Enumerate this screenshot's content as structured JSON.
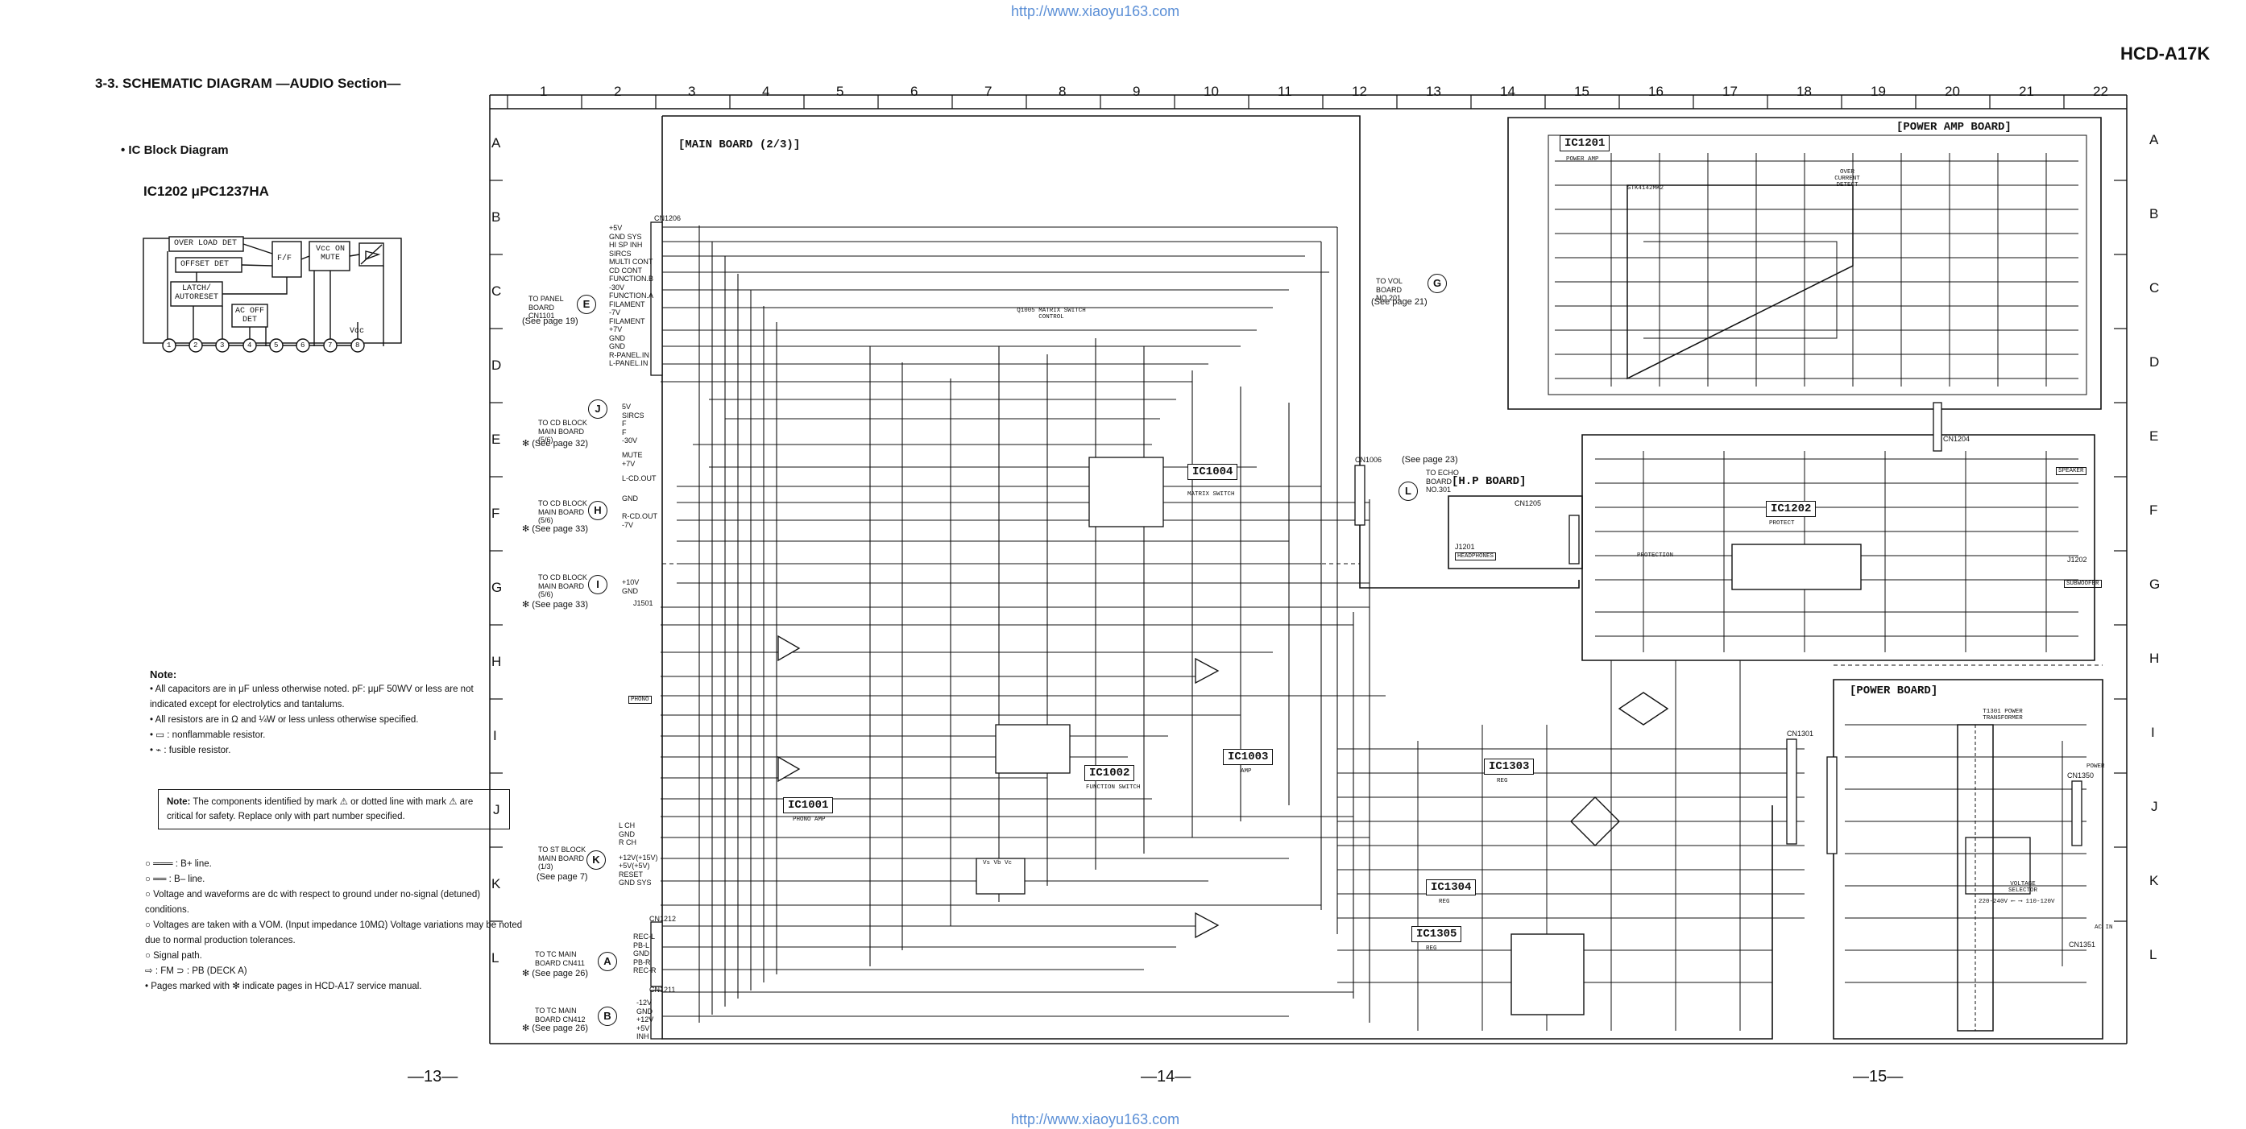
{
  "header": {
    "url_top": "http://www.xiaoyu163.com",
    "url_bottom": "http://www.xiaoyu163.com",
    "model": "HCD-A17K",
    "title": "3-3. SCHEMATIC DIAGRAM —AUDIO Section—"
  },
  "ic_block": {
    "heading": "• IC Block Diagram",
    "name": "IC1202  μPC1237HA",
    "blocks": [
      "OVER LOAD DET",
      "OFFSET DET",
      "F/F",
      "Vcc ON MUTE",
      "LATCH/ AUTORESET",
      "AC OFF DET"
    ],
    "vcc_label": "Vcc",
    "pins": [
      "1",
      "2",
      "3",
      "4",
      "5",
      "6",
      "7",
      "8"
    ]
  },
  "notes": {
    "heading": "Note:",
    "items": [
      "• All capacitors are in μF unless otherwise noted. pF: μμF 50WV or less are not indicated except for electrolytics and tantalums.",
      "• All resistors are in Ω and ¼W or less unless otherwise specified.",
      "• ▭ : nonflammable resistor.",
      "• ⌁ : fusible resistor."
    ],
    "box_label": "Note:",
    "box_text": "The components identified by mark ⚠ or dotted line with mark ⚠ are critical for safety. Replace only with part number specified.",
    "legend": [
      "○ ═══ : B+ line.",
      "○ ══ : B– line.",
      "○ Voltage and waveforms are dc with respect to ground under no-signal (detuned) conditions.",
      "○ Voltages are taken with a VOM. (Input impedance 10MΩ) Voltage variations may be noted due to normal production tolerances.",
      "○ Signal path.",
      "⇨ : FM        ⊃ : PB (DECK A)",
      "• Pages marked with ✻ indicate pages in HCD-A17 service manual."
    ]
  },
  "pages": [
    "—13—",
    "—14—",
    "—15—"
  ],
  "grid": {
    "columns": [
      "1",
      "2",
      "3",
      "4",
      "5",
      "6",
      "7",
      "8",
      "9",
      "10",
      "11",
      "12",
      "13",
      "14",
      "15",
      "16",
      "17",
      "18",
      "19",
      "20",
      "21",
      "22"
    ],
    "rows": [
      "A",
      "B",
      "C",
      "D",
      "E",
      "F",
      "G",
      "H",
      "I",
      "J",
      "K",
      "L"
    ]
  },
  "boards": {
    "main": "[MAIN BOARD (2/3)]",
    "power_amp": "[POWER AMP BOARD]",
    "hp": "[H.P BOARD]",
    "power": "[POWER BOARD]"
  },
  "ics": [
    "IC1001",
    "IC1002",
    "IC1003",
    "IC1004",
    "IC1201",
    "IC1202",
    "IC1303",
    "IC1304",
    "IC1305"
  ],
  "ic_sublabels": {
    "IC1001": "PHONO AMP",
    "IC1002": "FUNCTION SWITCH",
    "IC1003": "AMP",
    "IC1004": "MATRIX SWITCH",
    "IC1201": "POWER AMP",
    "IC1202": "PROTECT",
    "IC1303": "REG",
    "IC1304": "REG",
    "IC1305": "REG"
  },
  "connectors": [
    {
      "id": "E",
      "to": "TO PANEL BOARD CN1101",
      "see": "(See page 19)"
    },
    {
      "id": "J",
      "to": "TO CD BLOCK MAIN BOARD (5/6)",
      "see": "✻ (See page 32)"
    },
    {
      "id": "H",
      "to": "TO CD BLOCK MAIN BOARD (5/6)",
      "see": "✻ (See page 33)"
    },
    {
      "id": "I",
      "to": "TO CD BLOCK MAIN BOARD (5/6)",
      "see": "✻ (See page 33)"
    },
    {
      "id": "K",
      "to": "TO ST BLOCK MAIN BOARD (1/3)",
      "see": "(See page 7)"
    },
    {
      "id": "A",
      "to": "TO TC MAIN BOARD CN411",
      "see": "✻ (See page 26)"
    },
    {
      "id": "B",
      "to": "TO TC MAIN BOARD CN412",
      "see": "✻ (See page 26)"
    },
    {
      "id": "G",
      "to": "TO VOL BOARD NO.201",
      "see": "(See page 21)"
    },
    {
      "id": "L",
      "to": "TO ECHO BOARD NO.301",
      "see": "(See page 23)"
    }
  ],
  "cn1206_pins": [
    "+5V",
    "GND SYS",
    "HI SP INH",
    "SIRCS",
    "MULTI CONT",
    "CD CONT",
    "FUNCTION.B",
    "-30V",
    "FUNCTION.A",
    "FILAMENT",
    "-7V",
    "FILAMENT",
    "+7V",
    "GND",
    "GND",
    "R-PANEL.IN",
    "L-PANEL.IN"
  ],
  "j_pins": [
    "5V",
    "SIRCS",
    "F",
    "F",
    "-30V"
  ],
  "h_pins": [
    "MUTE",
    "+7V",
    "L-CD.OUT",
    "GND",
    "R-CD.OUT",
    "-7V"
  ],
  "i_pins": [
    "+10V",
    "GND"
  ],
  "k_pins": [
    "L CH",
    "GND",
    "R CH",
    "+12V(+15V)",
    "+5V(+5V)",
    "RESET",
    "GND SYS"
  ],
  "a_pins": [
    "REC-L",
    "PB-L",
    "GND",
    "PB-R",
    "REC-R"
  ],
  "b_pins": [
    "-12V",
    "GND",
    "+12V",
    "+5V",
    "INH"
  ],
  "cn_labels": [
    "CN1206",
    "CN1212",
    "CN1211",
    "CN1006",
    "CN1205",
    "CN1204",
    "CN1301",
    "CN1350",
    "CN1351",
    "J1201",
    "J1202",
    "J1501"
  ],
  "misc_labels": {
    "q1005": "Q1005 MATRIX SWITCH CONTROL",
    "headphones": "HEADPHONES",
    "speaker": "SPEAKER",
    "subwoofer": "SUBWOOFER",
    "power_switch": "POWER",
    "voltage_selector": "VOLTAGE SELECTOR",
    "voltage_values": "220-240V ⟵ ⟶ 110-120V",
    "ac_in": "AC IN",
    "power_transformer": "T1301 POWER TRANSFORMER",
    "phono": "PHONO",
    "protection": "PROTECTION",
    "overcurrent": "OVER CURRENT DETECT",
    "stk": "STK4142MK2",
    "table_header": "Vs Vb Vc"
  }
}
